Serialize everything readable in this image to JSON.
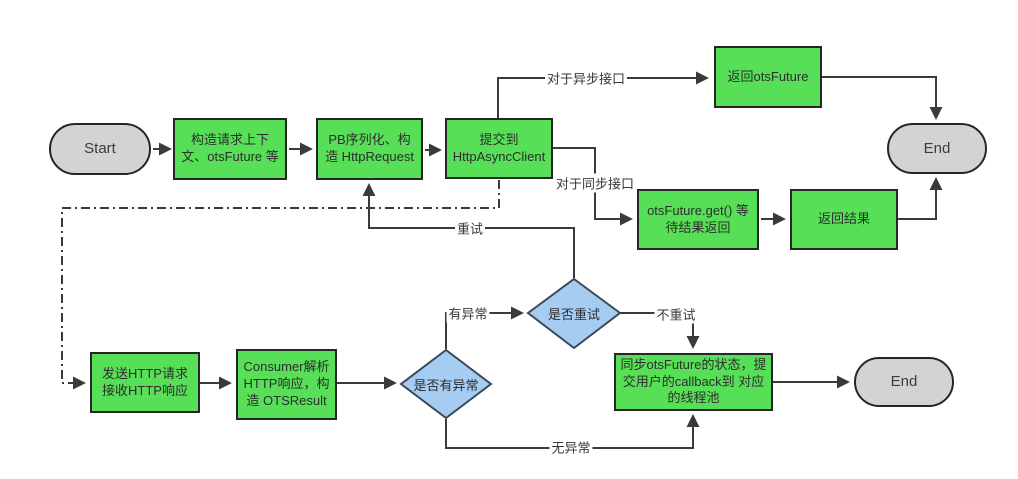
{
  "diagram": {
    "colors": {
      "process_fill": "#57e057",
      "decision_fill": "#a7ccf2",
      "decision_border": "#3b4a5a",
      "terminator_fill": "#d3d3d3",
      "border_color": "#262626",
      "line_color": "#3a3a3a",
      "text_color": "#2d2d2d"
    },
    "nodes": {
      "start": "Start",
      "build_context": "构造请求上下文、otsFuture 等",
      "pb_serialize": "PB序列化、构造 HttpRequest",
      "submit_client": "提交到 HttpAsyncClient",
      "return_otsfuture": "返回otsFuture",
      "end_top": "End",
      "otsfuture_get": "otsFuture.get() 等待结果返回",
      "return_result": "返回结果",
      "send_http": "发送HTTP请求 接收HTTP响应",
      "consumer_parse": "Consumer解析HTTP响应，构造 OTSResult",
      "has_exception_decision": "是否有异常",
      "retry_decision": "是否重试",
      "sync_state": "同步otsFuture的状态，提交用户的callback到 对应的线程池",
      "end_bottom": "End"
    },
    "edge_labels": {
      "async_api": "对于异步接口",
      "sync_api": "对于同步接口",
      "retry": "重试",
      "has_exception": "有异常",
      "no_retry": "不重试",
      "no_exception": "无异常"
    }
  }
}
